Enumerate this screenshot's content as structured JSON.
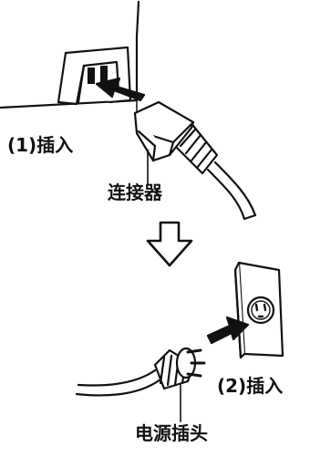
{
  "labels": {
    "step1": "(1)插入",
    "connector": "连接器",
    "step2": "(2)插入",
    "plug": "电源插头"
  },
  "colors": {
    "line": "#111111",
    "fill": "#ffffff",
    "shade": "#e6e6e6"
  },
  "icons": {
    "flow": "down-arrow-outline-icon",
    "insert": "insert-arrow-icon"
  }
}
